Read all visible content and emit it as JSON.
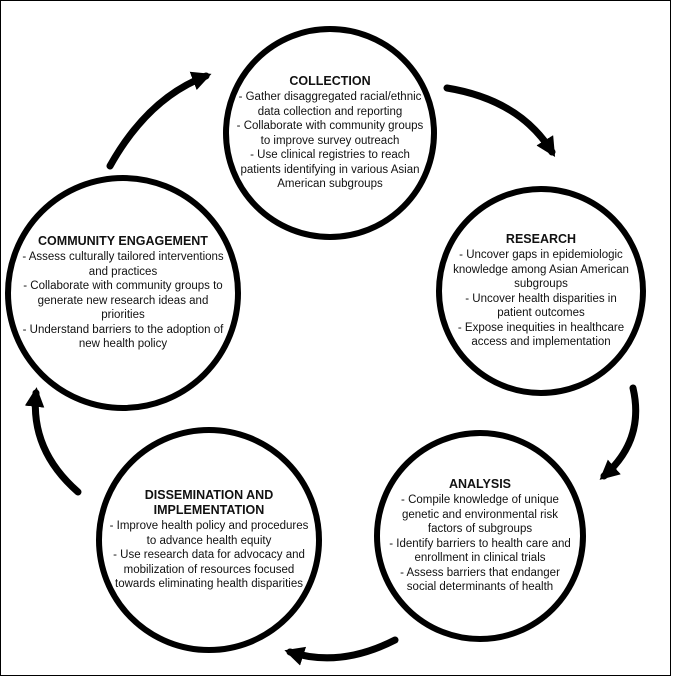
{
  "nodes": {
    "collection": {
      "title": "COLLECTION",
      "items": [
        "- Gather disaggregated racial/ethnic data collection and reporting",
        "- Collaborate with community groups to improve survey outreach",
        "- Use clinical registries to reach patients identifying in various Asian American subgroups"
      ]
    },
    "research": {
      "title": "RESEARCH",
      "items": [
        "- Uncover gaps in epidemiologic knowledge among Asian American subgroups",
        "- Uncover health disparities in patient outcomes",
        "- Expose inequities in healthcare access and implementation"
      ]
    },
    "analysis": {
      "title": "ANALYSIS",
      "items": [
        "- Compile knowledge of unique genetic and environmental risk factors of subgroups",
        "- Identify barriers to health care and enrollment in clinical trials",
        "- Assess barriers that endanger social determinants of health"
      ]
    },
    "dissemination": {
      "title": "DISSEMINATION AND IMPLEMENTATION",
      "items": [
        "- Improve health policy and procedures to advance health equity",
        "- Use research data for advocacy and mobilization of resources focused towards eliminating health disparities"
      ]
    },
    "community": {
      "title": "COMMUNITY ENGAGEMENT",
      "items": [
        "- Assess culturally tailored interventions and practices",
        "- Collaborate with community groups to generate new research ideas and priorities",
        "- Understand barriers to the adoption of new health policy"
      ]
    }
  },
  "colors": {
    "stroke": "#000000",
    "text": "#111111",
    "background": "#ffffff"
  }
}
